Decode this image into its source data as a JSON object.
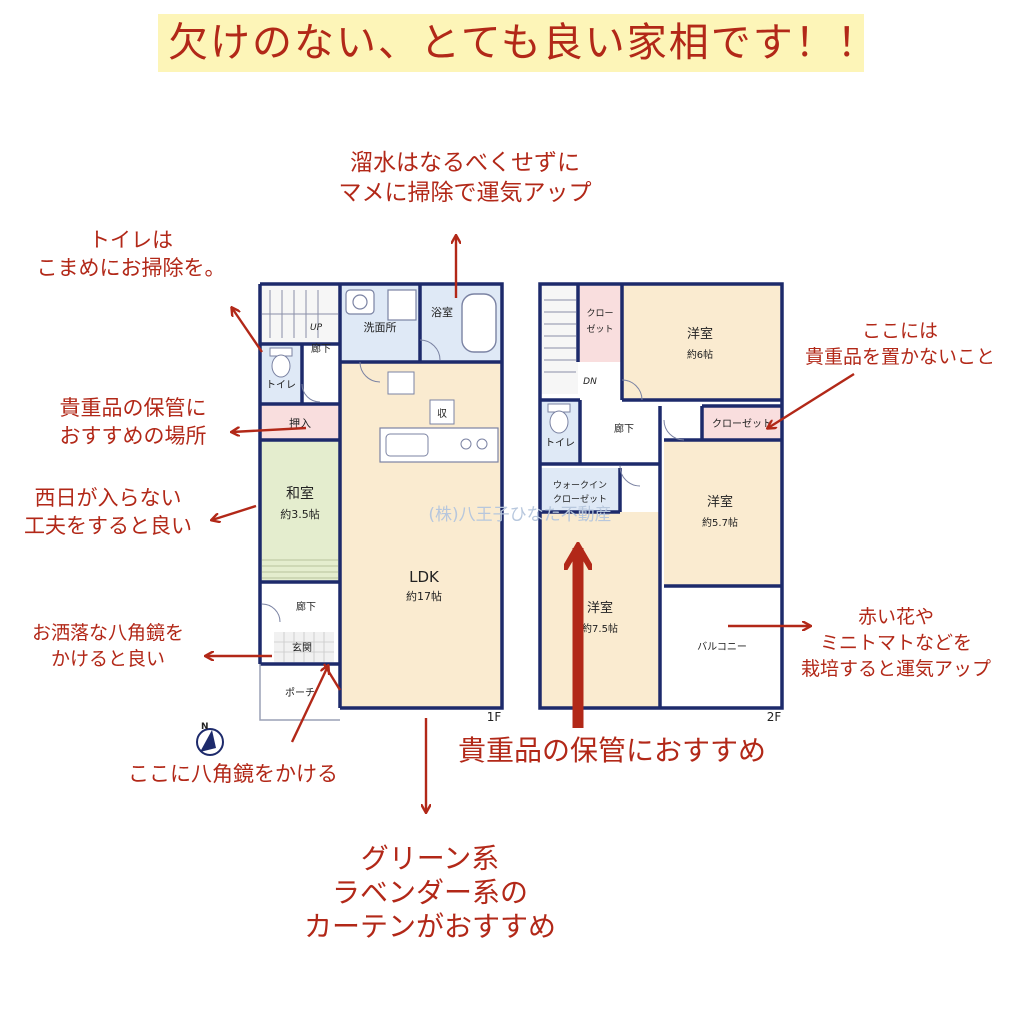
{
  "title": "欠けのない、とても良い家相です！！",
  "notes": {
    "water": [
      "溜水はなるべくせずに",
      "マメに掃除で運気アップ"
    ],
    "toilet": [
      "トイレは",
      "こまめにお掃除を。"
    ],
    "valuables_storage": [
      "貴重品の保管に",
      "おすすめの場所"
    ],
    "west_sun": [
      "西日が入らない",
      "工夫をすると良い"
    ],
    "mirror_stylish": [
      "お洒落な八角鏡を",
      "かけると良い"
    ],
    "mirror_here": "ここに八角鏡をかける",
    "no_valuables": [
      "ここには",
      "貴重品を置かないこと"
    ],
    "balcony_flowers": [
      "赤い花や",
      "ミニトマトなどを",
      "栽培すると運気アップ"
    ],
    "valuables_recommend": "貴重品の保管におすすめ",
    "curtains": [
      "グリーン系",
      "ラベンダー系の",
      "カーテンがおすすめ"
    ]
  },
  "floor1": {
    "floor_label": "1F",
    "up": "UP",
    "hall_top": "廊下",
    "toilet": "トイレ",
    "washroom": "洗面所",
    "bath": "浴室",
    "closet": "押入",
    "storage": "収",
    "japanese_room": "和室",
    "japanese_room_size": "約3.5帖",
    "ldk": "LDK",
    "ldk_size": "約17帖",
    "hall_bottom": "廊下",
    "entrance": "玄関",
    "porch": "ポーチ"
  },
  "floor2": {
    "floor_label": "2F",
    "closet_top": [
      "クロー",
      "ゼット"
    ],
    "western_a": "洋室",
    "western_a_size": "約6帖",
    "dn": "DN",
    "toilet": "トイレ",
    "hall": "廊下",
    "closet_mid": "クローゼット",
    "walkin": [
      "ウォークイン",
      "クローゼット"
    ],
    "western_b": "洋室",
    "western_b_size": "約5.7帖",
    "western_c": "洋室",
    "western_c_size": "約7.5帖",
    "balcony": "バルコニー"
  },
  "watermark": "(株)八王子ひなた不動産",
  "compass": "N",
  "colors": {
    "wall": "#1d2a6b",
    "room_beige": "#faebd0",
    "room_blue": "#dfe9f6",
    "room_green": "#e4edce",
    "room_pink": "#f9dede",
    "annotation": "#b22818",
    "title_bg": "#fdf5b8"
  }
}
